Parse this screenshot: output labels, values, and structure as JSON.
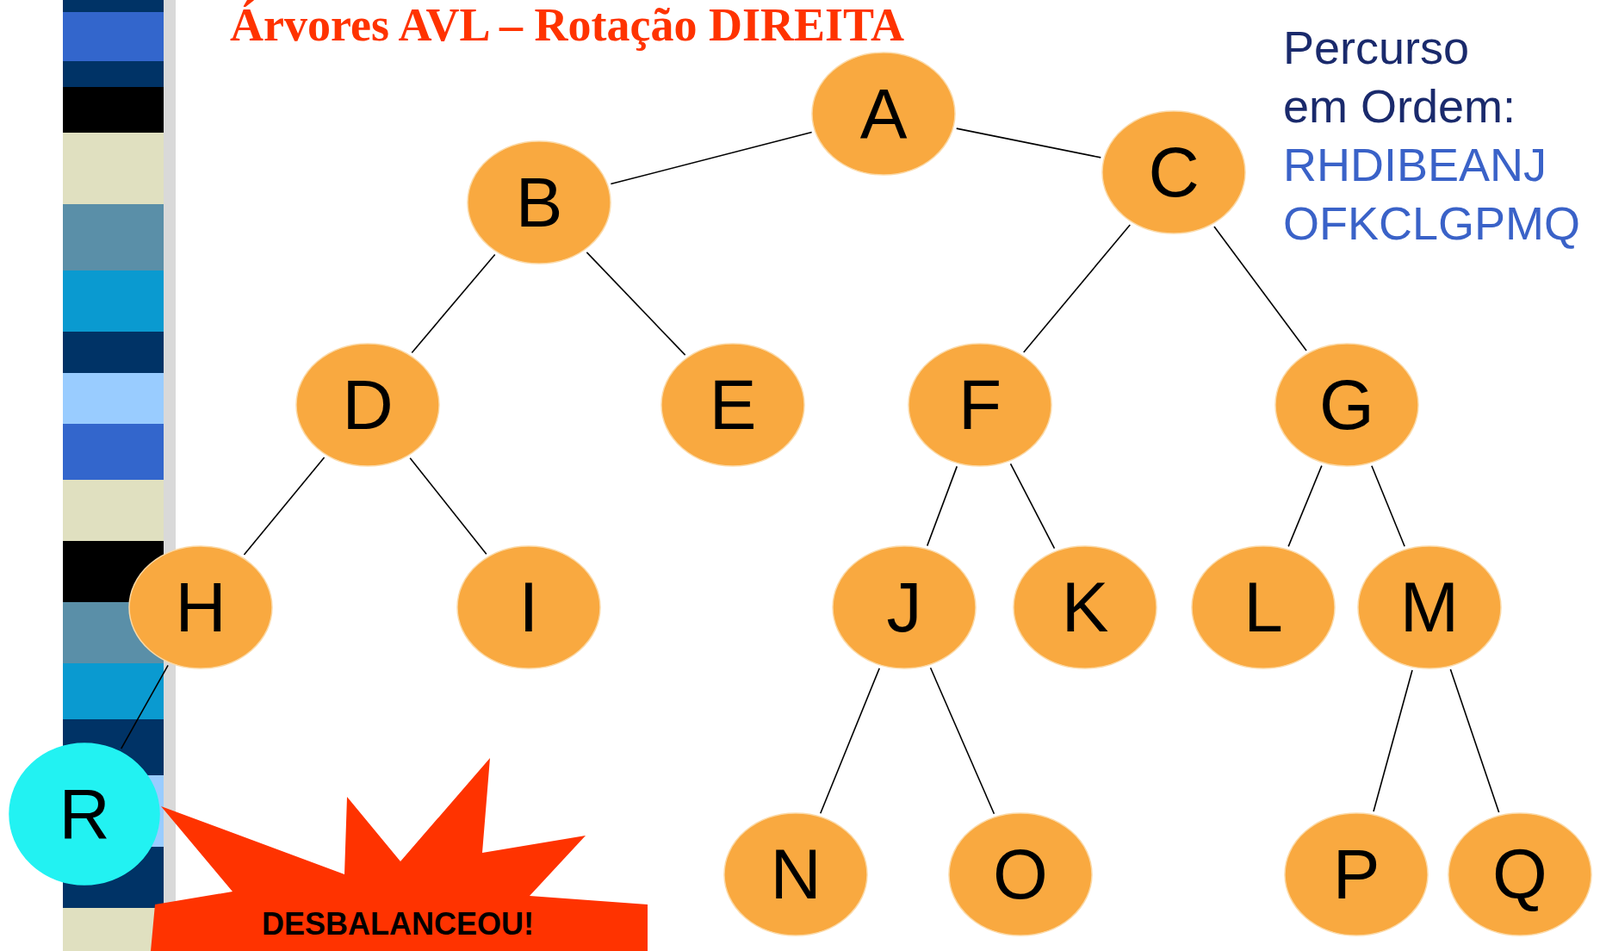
{
  "diagram": {
    "title": "Árvores AVL – Rotação DIREITA",
    "nodes": [
      {
        "text": [
          "A"
        ]
      },
      {
        "text": [
          "B"
        ]
      },
      {
        "text": [
          "C"
        ]
      },
      {
        "text": [
          "D"
        ]
      },
      {
        "text": [
          "E"
        ]
      },
      {
        "text": [
          "F"
        ]
      },
      {
        "text": [
          "G"
        ]
      },
      {
        "text": [
          "H"
        ]
      },
      {
        "text": [
          "I"
        ]
      },
      {
        "text": [
          "J"
        ]
      },
      {
        "text": [
          "K"
        ]
      },
      {
        "text": [
          "L"
        ]
      },
      {
        "text": [
          "M"
        ]
      },
      {
        "text": [
          "R"
        ]
      },
      {
        "text": [
          "N"
        ]
      },
      {
        "text": [
          "O"
        ]
      },
      {
        "text": [
          "P"
        ]
      },
      {
        "text": [
          "Q"
        ]
      },
      {
        "text": [
          "DESBALANCEOU!"
        ]
      }
    ],
    "edges": [
      {
        "from": 0,
        "to": 1,
        "arrow": "none"
      },
      {
        "from": 0,
        "to": 2,
        "arrow": "none"
      },
      {
        "from": 1,
        "to": 3,
        "arrow": "none"
      },
      {
        "from": 1,
        "to": 4,
        "arrow": "none"
      },
      {
        "from": 2,
        "to": 5,
        "arrow": "none"
      },
      {
        "from": 2,
        "to": 6,
        "arrow": "none"
      },
      {
        "from": 3,
        "to": 7,
        "arrow": "none"
      },
      {
        "from": 3,
        "to": 8,
        "arrow": "none"
      },
      {
        "from": 5,
        "to": 9,
        "arrow": "none"
      },
      {
        "from": 5,
        "to": 10,
        "arrow": "none"
      },
      {
        "from": 6,
        "to": 11,
        "arrow": "none"
      },
      {
        "from": 6,
        "to": 12,
        "arrow": "none"
      },
      {
        "from": 7,
        "to": 13,
        "arrow": "none"
      },
      {
        "from": 9,
        "to": 14,
        "arrow": "none"
      },
      {
        "from": 9,
        "to": 15,
        "arrow": "none"
      },
      {
        "from": 12,
        "to": 16,
        "arrow": "none"
      },
      {
        "from": 12,
        "to": 17,
        "arrow": "none"
      }
    ],
    "labels": [
      "Percurso",
      "em Ordem:",
      "RHDIBEANJ",
      "OFKCLGPMQ"
    ]
  }
}
